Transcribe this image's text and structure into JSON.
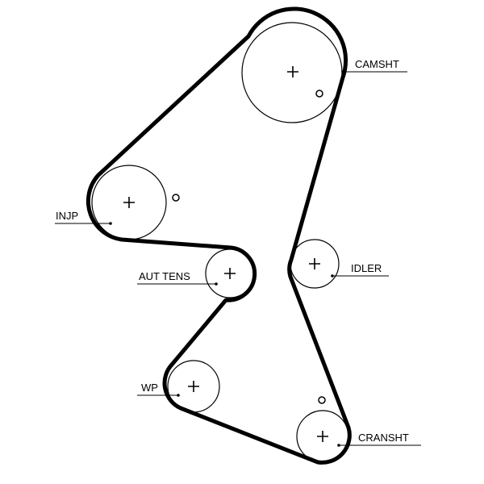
{
  "diagram": {
    "labels": {
      "camshaft": "CAMSHT",
      "injection_pump": "INJP",
      "auto_tensioner": "AUT TENS",
      "idler": "IDLER",
      "water_pump": "WP",
      "crankshaft": "CRANSHT"
    },
    "colors": {
      "belt": "#000000",
      "pulley_outline": "#000000",
      "background": "#ffffff"
    }
  }
}
